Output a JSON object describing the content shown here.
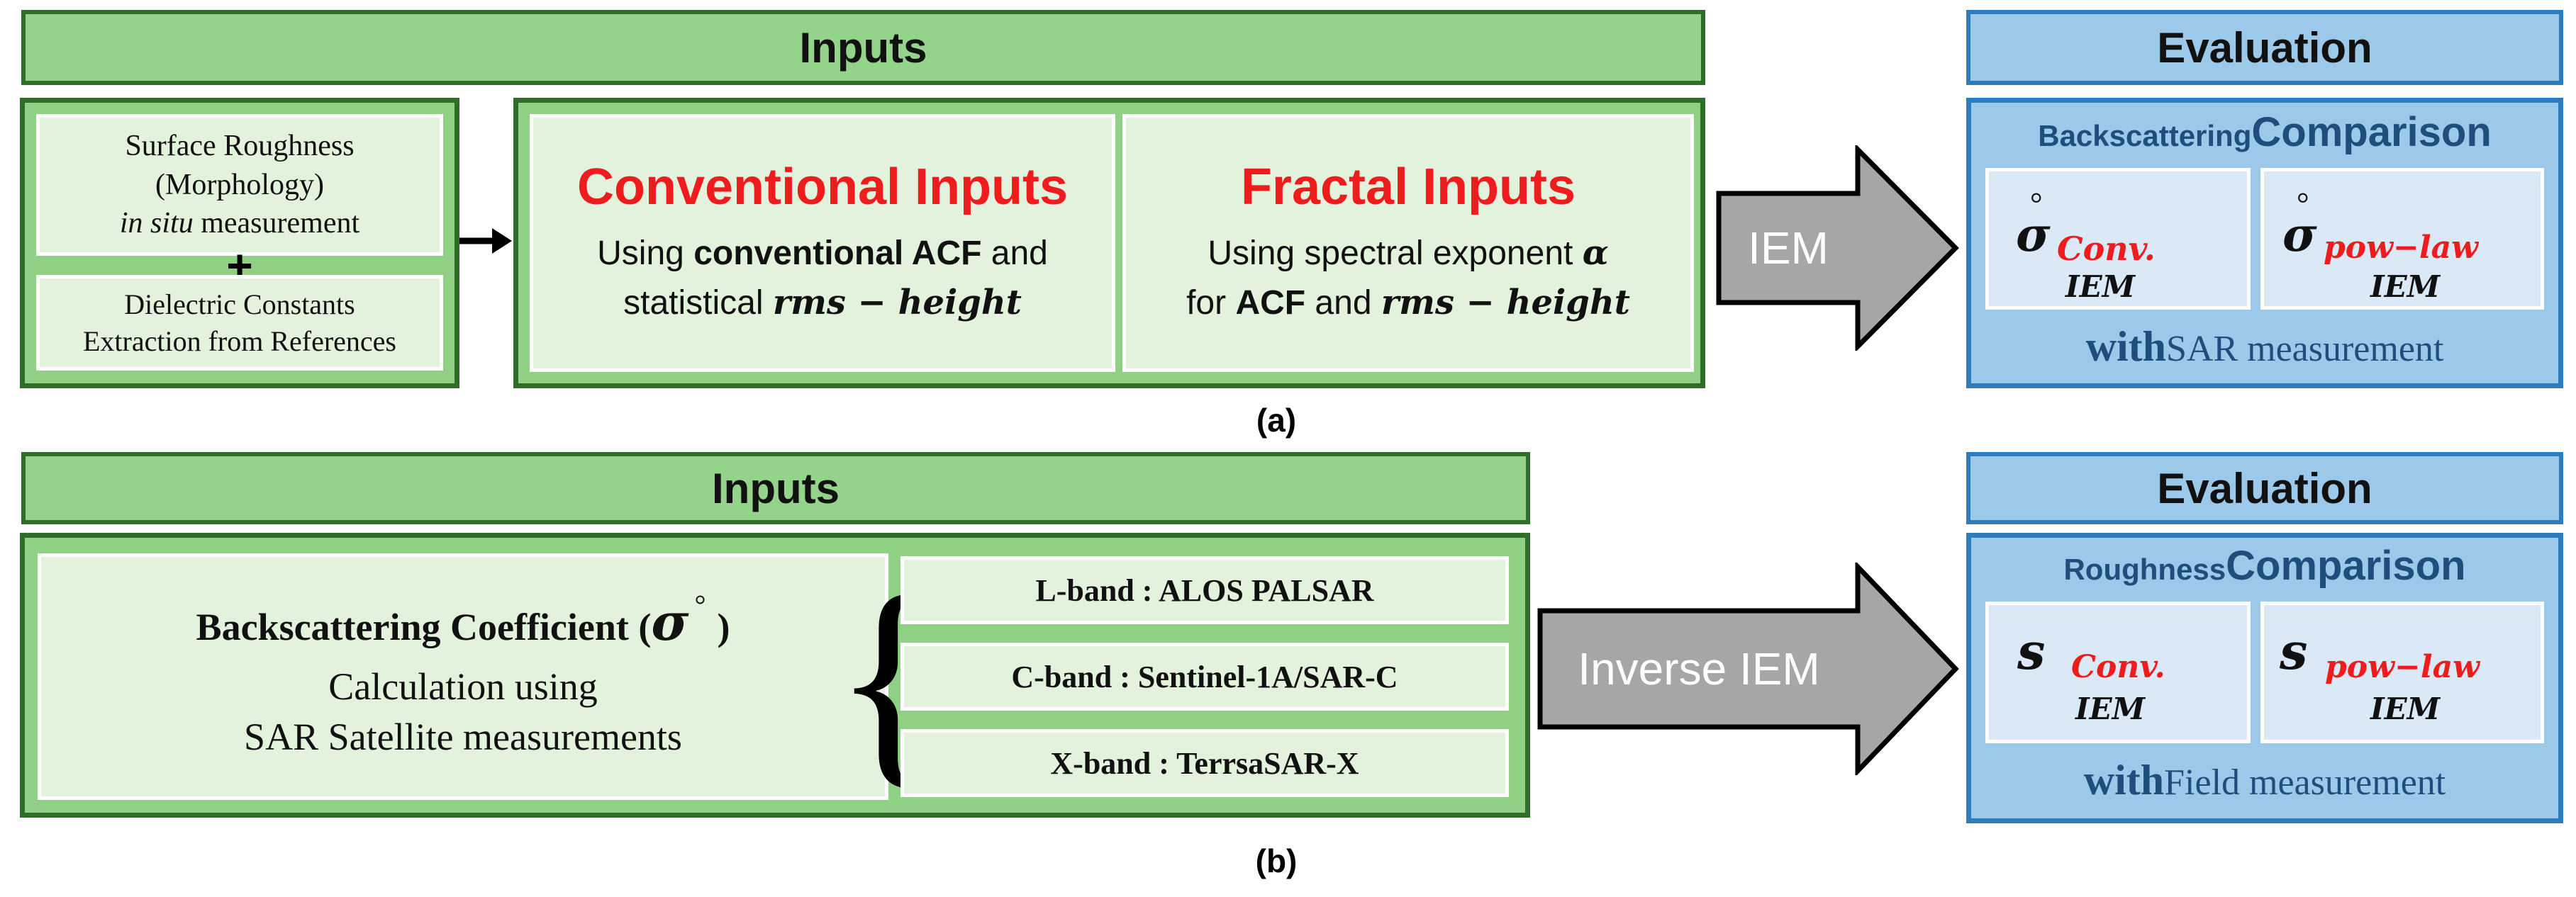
{
  "panel_a": {
    "inputs_title": "Inputs",
    "roughness": {
      "line1": "Surface Roughness",
      "line2": "(Morphology)",
      "line3_italic": "in situ",
      "line3_rest": " measurement"
    },
    "plus": "+",
    "dielectric": {
      "line1": "Dielectric Constants",
      "line2": "Extraction from  References"
    },
    "conventional": {
      "title": "Conventional Inputs",
      "line1_pre": "Using ",
      "line1_bold": "conventional ACF",
      "line1_post": " and",
      "line2_pre": "statistical ",
      "line2_math": "rms − height"
    },
    "fractal": {
      "title": "Fractal Inputs",
      "line1_pre": "Using spectral exponent ",
      "line1_math": "α",
      "line2_pre": "for ",
      "line2_bold": "ACF",
      "line2_mid": " and ",
      "line2_math": "rms − height"
    },
    "arrow_label": "IEM",
    "evaluation_title": "Evaluation",
    "comparison_pre": "Backscattering ",
    "comparison_main": "Comparison",
    "left_symbol": "σ",
    "left_sup": "°",
    "left_sub": "Conv.",
    "left_bottom": "IEM",
    "right_symbol": "σ",
    "right_sup": "°",
    "right_sub": "pow−law",
    "right_bottom": "IEM",
    "footer_bold": "with",
    "footer_rest": " SAR measurement",
    "caption": "(a)"
  },
  "panel_b": {
    "inputs_title": "Inputs",
    "coef_bold": "Backscattering Coefficient (",
    "coef_sym": "σ",
    "coef_sup": "°",
    "coef_close": ")",
    "calc_line1": "Calculation using",
    "calc_line2": "SAR Satellite measurements",
    "brace": "{",
    "bands": [
      "L-band : ALOS PALSAR",
      "C-band : Sentinel-1A/SAR-C",
      "X-band : TerrsaSAR-X"
    ],
    "arrow_label": "Inverse IEM",
    "evaluation_title": "Evaluation",
    "comparison_pre": "Roughness ",
    "comparison_main": "Comparison",
    "left_symbol": "s",
    "left_sub": "Conv.",
    "left_bottom": "IEM",
    "right_symbol": "s",
    "right_sub": "pow−law",
    "right_bottom": "IEM",
    "footer_bold": "with",
    "footer_rest": " Field measurement",
    "caption": "(b)"
  },
  "colors": {
    "green_fill": "#93d38a",
    "green_border": "#2f6e2a",
    "green_cell": "#e2f2dc",
    "blue_fill": "#9cc8ea",
    "blue_border": "#2d7dbe",
    "blue_cell": "#dbe8f6",
    "accent_red": "#ee1c1c",
    "arrow_gray": "#a6a6a6"
  }
}
